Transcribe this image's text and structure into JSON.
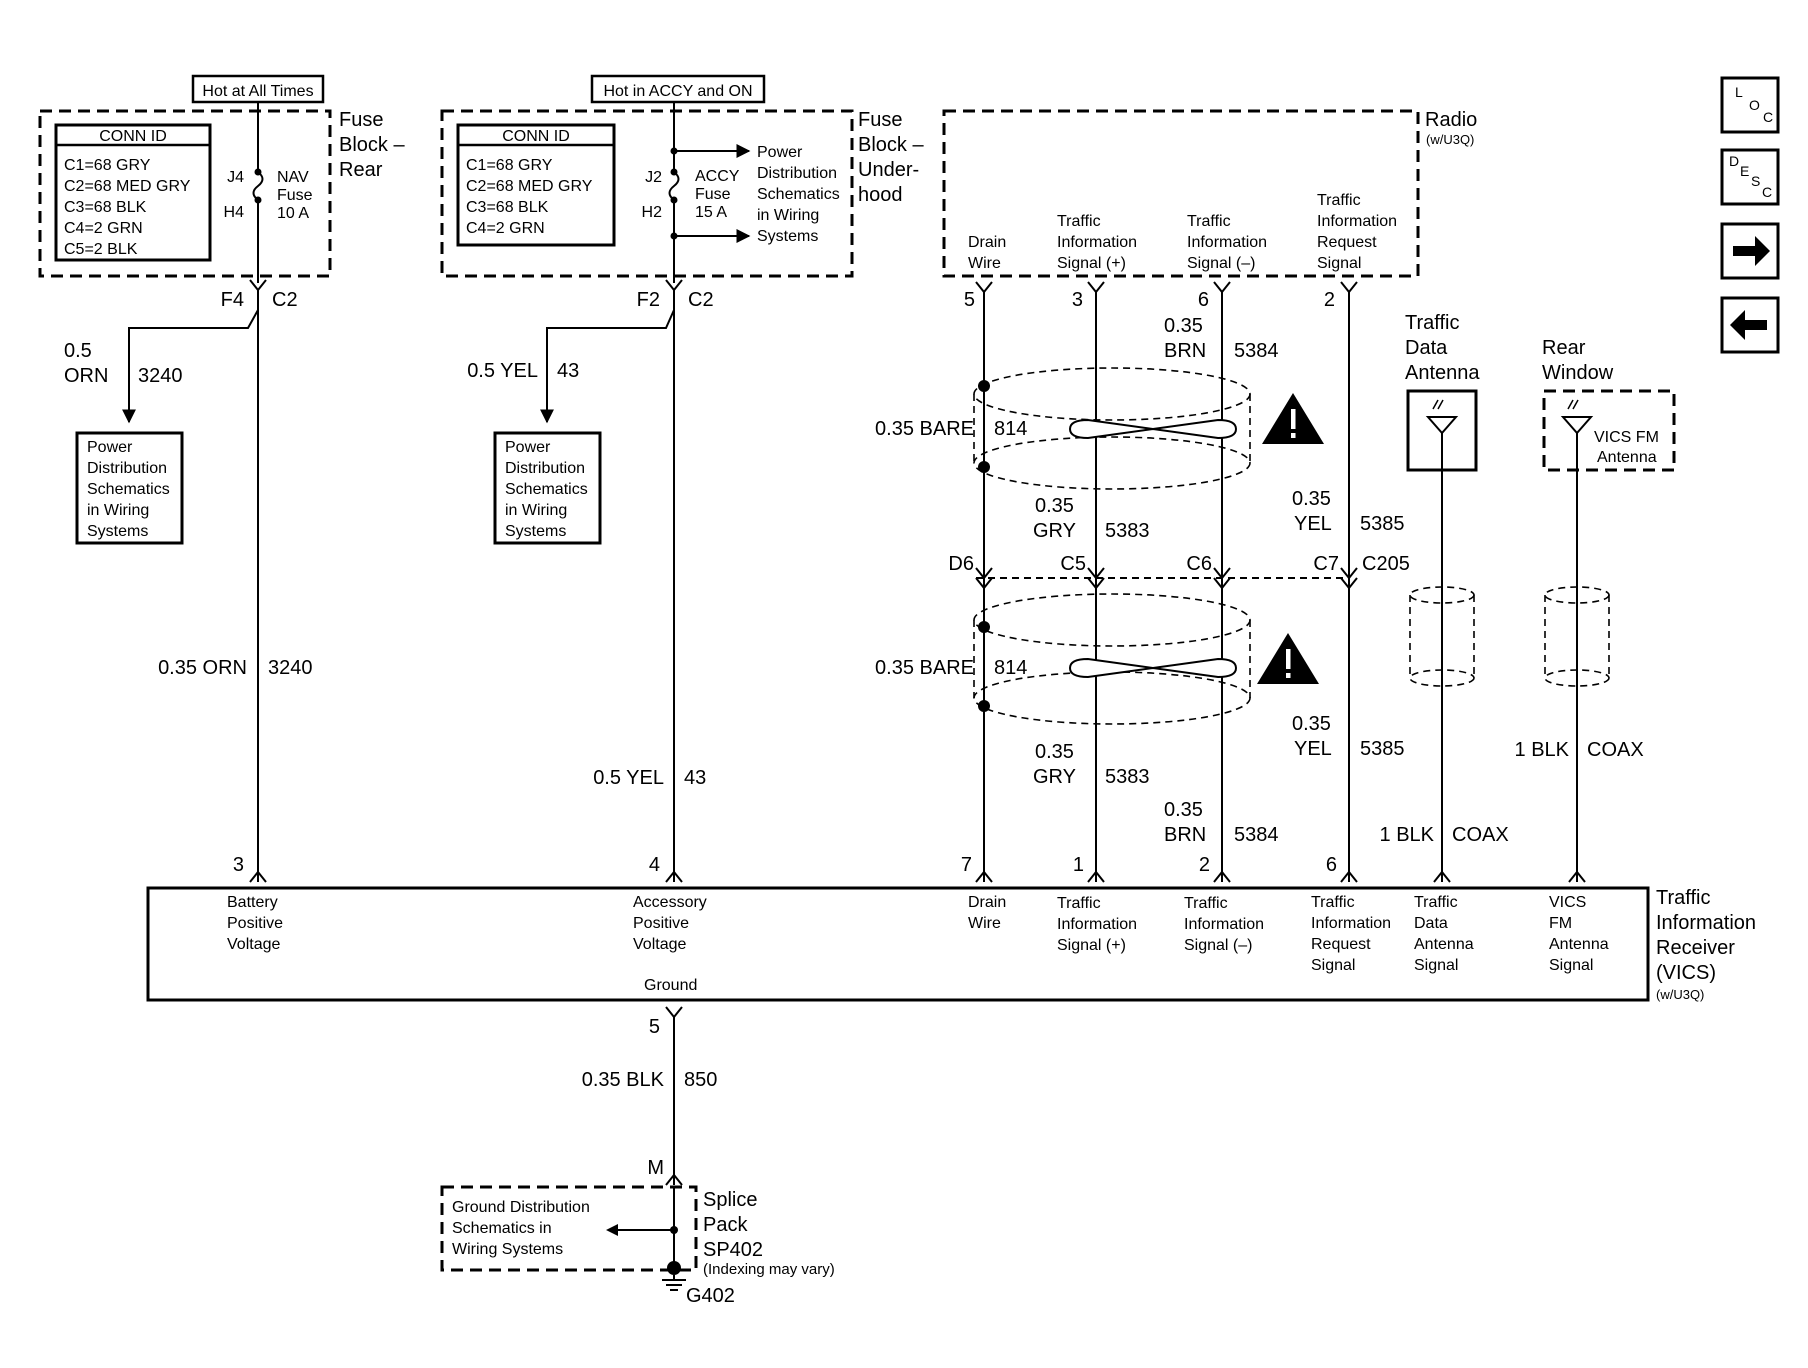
{
  "fuse_rear": {
    "header": "Hot at All Times",
    "conn_title": "CONN ID",
    "conn_lines": [
      "C1=68 GRY",
      "C2=68 MED GRY",
      "C3=68 BLK",
      "C4=2 GRN",
      "C5=2 BLK"
    ],
    "name_lines": [
      "Fuse",
      "Block –",
      "Rear"
    ],
    "pin_top": "J4",
    "pin_bot": "H4",
    "fuse_lines": [
      "NAV",
      "Fuse",
      "10 A"
    ],
    "conn_left": "F4",
    "conn_right": "C2",
    "branch_size": "0.5",
    "branch_color": "ORN",
    "branch_circuit": "3240",
    "pd_lines": [
      "Power",
      "Distribution",
      "Schematics",
      "in Wiring",
      "Systems"
    ],
    "wire_label": "0.35 ORN",
    "wire_circuit": "3240",
    "pin_vics": "3"
  },
  "fuse_underhood": {
    "header": "Hot in ACCY and ON",
    "conn_title": "CONN ID",
    "conn_lines": [
      "C1=68 GRY",
      "C2=68 MED GRY",
      "C3=68 BLK",
      "C4=2 GRN"
    ],
    "name_lines": [
      "Fuse",
      "Block –",
      "Under-",
      "hood"
    ],
    "pin_top": "J2",
    "pin_bot": "H2",
    "fuse_lines": [
      "ACCY",
      "Fuse",
      "15 A"
    ],
    "pd_right_lines": [
      "Power",
      "Distribution",
      "Schematics",
      "in Wiring",
      "Systems"
    ],
    "conn_left": "F2",
    "conn_right": "C2",
    "branch_label": "0.5 YEL",
    "branch_circuit": "43",
    "pd_lines": [
      "Power",
      "Distribution",
      "Schematics",
      "in Wiring",
      "Systems"
    ],
    "wire_label": "0.5 YEL",
    "wire_circuit": "43",
    "pin_vics": "4"
  },
  "radio": {
    "name": "Radio",
    "sub": "(w/U3Q)",
    "signals": [
      {
        "lines": [
          "Drain",
          "Wire"
        ],
        "pin": "5"
      },
      {
        "lines": [
          "Traffic",
          "Information",
          "Signal (+)"
        ],
        "pin": "3"
      },
      {
        "lines": [
          "Traffic",
          "Information",
          "Signal (–)"
        ],
        "pin": "6"
      },
      {
        "lines": [
          "Traffic",
          "Information",
          "Request",
          "Signal"
        ],
        "pin": "2"
      }
    ]
  },
  "wires_upper": {
    "bare": "0.35 BARE",
    "bare_circuit": "814",
    "brn_size": "0.35",
    "brn_color": "BRN",
    "brn_circuit": "5384",
    "gry_size": "0.35",
    "gry_color": "GRY",
    "gry_circuit": "5383",
    "yel_size": "0.35",
    "yel_color": "YEL",
    "yel_circuit": "5385"
  },
  "c205": {
    "pins": [
      "D6",
      "C5",
      "C6",
      "C7"
    ],
    "name": "C205"
  },
  "wires_lower": {
    "bare": "0.35 BARE",
    "bare_circuit": "814",
    "gry_size": "0.35",
    "gry_color": "GRY",
    "gry_circuit": "5383",
    "yel_size": "0.35",
    "yel_color": "YEL",
    "yel_circuit": "5385",
    "brn_size": "0.35",
    "brn_color": "BRN",
    "brn_circuit": "5384",
    "tda_label": "1 BLK",
    "tda_circuit": "COAX",
    "vics_label": "1 BLK",
    "vics_circuit": "COAX"
  },
  "traffic_antenna": {
    "lines": [
      "Traffic",
      "Data",
      "Antenna"
    ]
  },
  "rear_window": {
    "lines": [
      "Rear",
      "Window"
    ],
    "antenna_lines": [
      "VICS FM",
      "Antenna"
    ]
  },
  "vics": {
    "name_lines": [
      "Traffic",
      "Information",
      "Receiver",
      "(VICS)"
    ],
    "sub": "(w/U3Q)",
    "pins": [
      "7",
      "1",
      "2",
      "6"
    ],
    "signals": [
      [
        "Battery",
        "Positive",
        "Voltage"
      ],
      [
        "Accessory",
        "Positive",
        "Voltage"
      ],
      [
        "Drain",
        "Wire"
      ],
      [
        "Traffic",
        "Information",
        "Signal (+)"
      ],
      [
        "Traffic",
        "Information",
        "Signal (–)"
      ],
      [
        "Traffic",
        "Information",
        "Request",
        "Signal"
      ],
      [
        "Traffic",
        "Data",
        "Antenna",
        "Signal"
      ],
      [
        "VICS",
        "FM",
        "Antenna",
        "Signal"
      ]
    ],
    "ground": "Ground",
    "ground_pin": "5"
  },
  "ground": {
    "wire_label": "0.35 BLK",
    "wire_circuit": "850",
    "splice_pin": "M",
    "splice_lines": [
      "Splice",
      "Pack",
      "SP402"
    ],
    "splice_note": "(Indexing may vary)",
    "gd_lines": [
      "Ground Distribution",
      "Schematics in",
      "Wiring Systems"
    ],
    "ground_name": "G402"
  },
  "nav": {
    "loc": [
      "L",
      "O",
      "C"
    ],
    "desc": [
      "D",
      "E",
      "S",
      "C"
    ],
    "next": "→",
    "prev": "←"
  }
}
